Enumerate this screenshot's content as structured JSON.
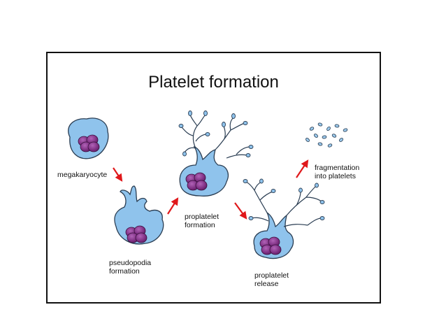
{
  "title": "Platelet formation",
  "labels": {
    "megakaryocyte": "megakaryocyte",
    "pseudopodia": [
      "pseudopodia",
      "formation"
    ],
    "proplatelet_formation": [
      "proplatelet",
      "formation"
    ],
    "proplatelet_release": [
      "proplatelet",
      "release"
    ],
    "fragmentation": [
      "fragmentation",
      "into platelets"
    ]
  },
  "colors": {
    "cytoplasm": "#8fc3ec",
    "cell_outline": "#2a3d52",
    "nucleus": "#7b2d80",
    "nucleus_highlight": "#b163b7",
    "arrow": "#e0181b",
    "platelet": "#9ccbee"
  }
}
